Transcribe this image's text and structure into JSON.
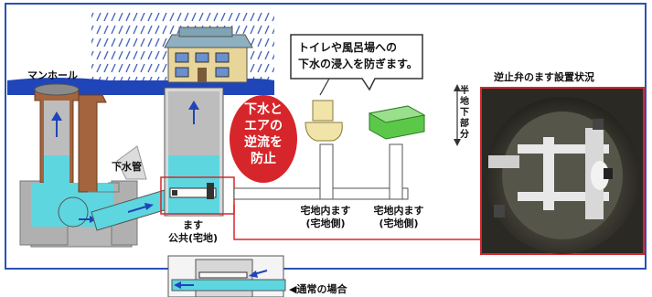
{
  "labels": {
    "manhole": "マンホール",
    "sewer_pipe": "下水管",
    "public_basin_line1": "ます",
    "public_basin_line2": "公共(宅地)",
    "prevent_line1": "下水と",
    "prevent_line2": "エアの",
    "prevent_line3": "逆流を",
    "prevent_line4": "防止",
    "bubble_line1": "トイレや風呂場への",
    "bubble_line2": "下水の浸入を防ぎます。",
    "semi_underground": "半地下部分",
    "private_basin_a_line1": "宅地内ます",
    "private_basin_a_line2": "(宅地側)",
    "private_basin_b_line1": "宅地内ます",
    "private_basin_b_line2": "(宅地側)",
    "photo_caption": "逆止弁のます設置状況",
    "normal_case": "◀通常の場合"
  },
  "icons": {
    "manhole": "manhole-chamber-icon",
    "house": "house-icon",
    "toilet": "toilet-icon",
    "bathtub": "bathtub-icon",
    "rain": "rain-icon"
  },
  "colors": {
    "frame_blue": "#2a52b4",
    "water": "#5dd6e0",
    "brick": "#a4643d",
    "highlight_red": "#d7262b",
    "concrete": "#bdbdbd"
  }
}
